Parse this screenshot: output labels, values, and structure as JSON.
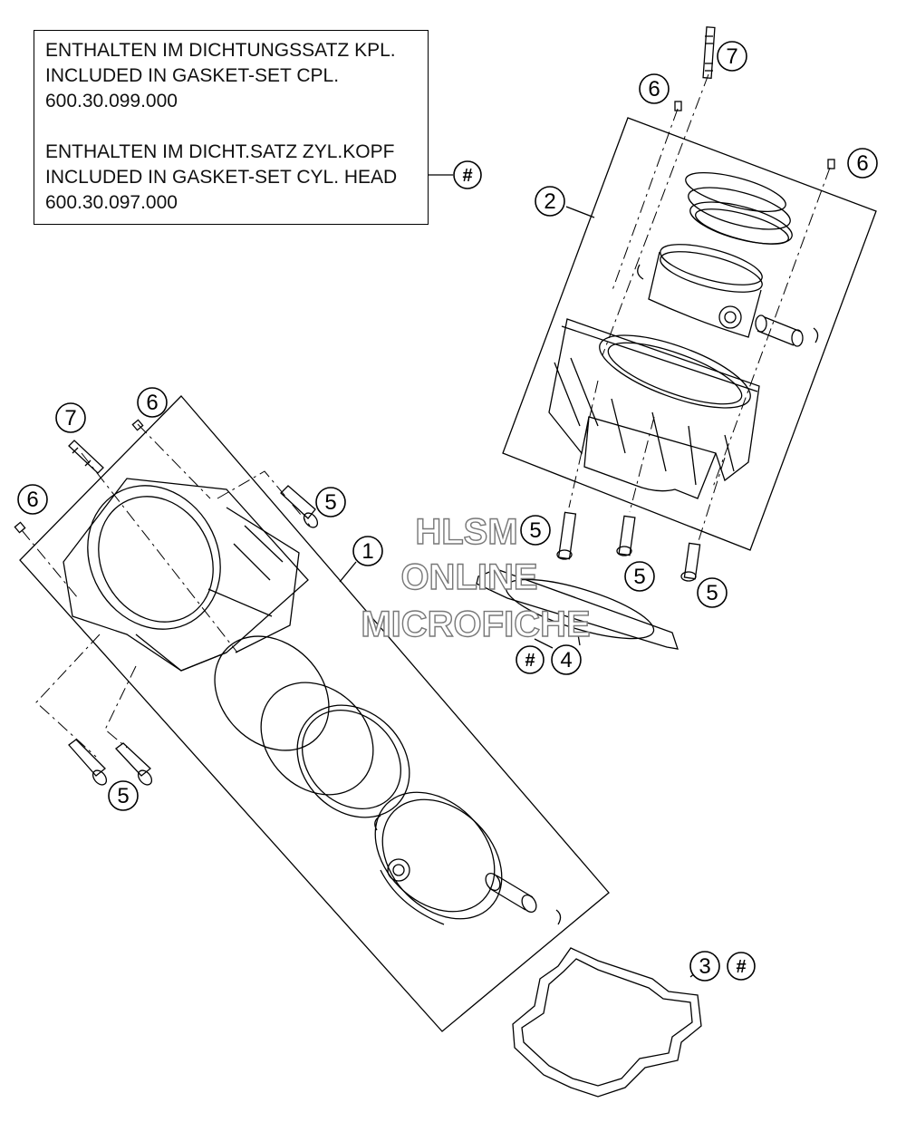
{
  "note": {
    "lines": [
      "ENTHALTEN IM DICHTUNGSSATZ KPL.",
      "INCLUDED IN GASKET-SET CPL.",
      "600.30.099.000",
      "ENTHALTEN IM DICHT.SATZ ZYL.KOPF",
      "INCLUDED IN GASKET-SET CYL. HEAD",
      "600.30.097.000"
    ],
    "marker": "#"
  },
  "callouts": [
    {
      "id": "note-hash",
      "label": "#"
    },
    {
      "id": "c1-piston-kit-1",
      "label": "1"
    },
    {
      "id": "c2-piston-kit-2",
      "label": "2"
    },
    {
      "id": "c3-gasket",
      "label": "3"
    },
    {
      "id": "c3-hash",
      "label": "#"
    },
    {
      "id": "c4-head-gasket",
      "label": "4"
    },
    {
      "id": "c4-hash",
      "label": "#"
    },
    {
      "id": "c5-a",
      "label": "5"
    },
    {
      "id": "c5-b",
      "label": "5"
    },
    {
      "id": "c5-c",
      "label": "5"
    },
    {
      "id": "c5-d",
      "label": "5"
    },
    {
      "id": "c5-e",
      "label": "5"
    },
    {
      "id": "c6-a",
      "label": "6"
    },
    {
      "id": "c6-b",
      "label": "6"
    },
    {
      "id": "c6-c",
      "label": "6"
    },
    {
      "id": "c6-d",
      "label": "6"
    },
    {
      "id": "c7-a",
      "label": "7"
    },
    {
      "id": "c7-b",
      "label": "7"
    }
  ],
  "watermark": {
    "line1": "HLSM",
    "line2": "ONLINE",
    "line3": "MICROFICHE"
  }
}
